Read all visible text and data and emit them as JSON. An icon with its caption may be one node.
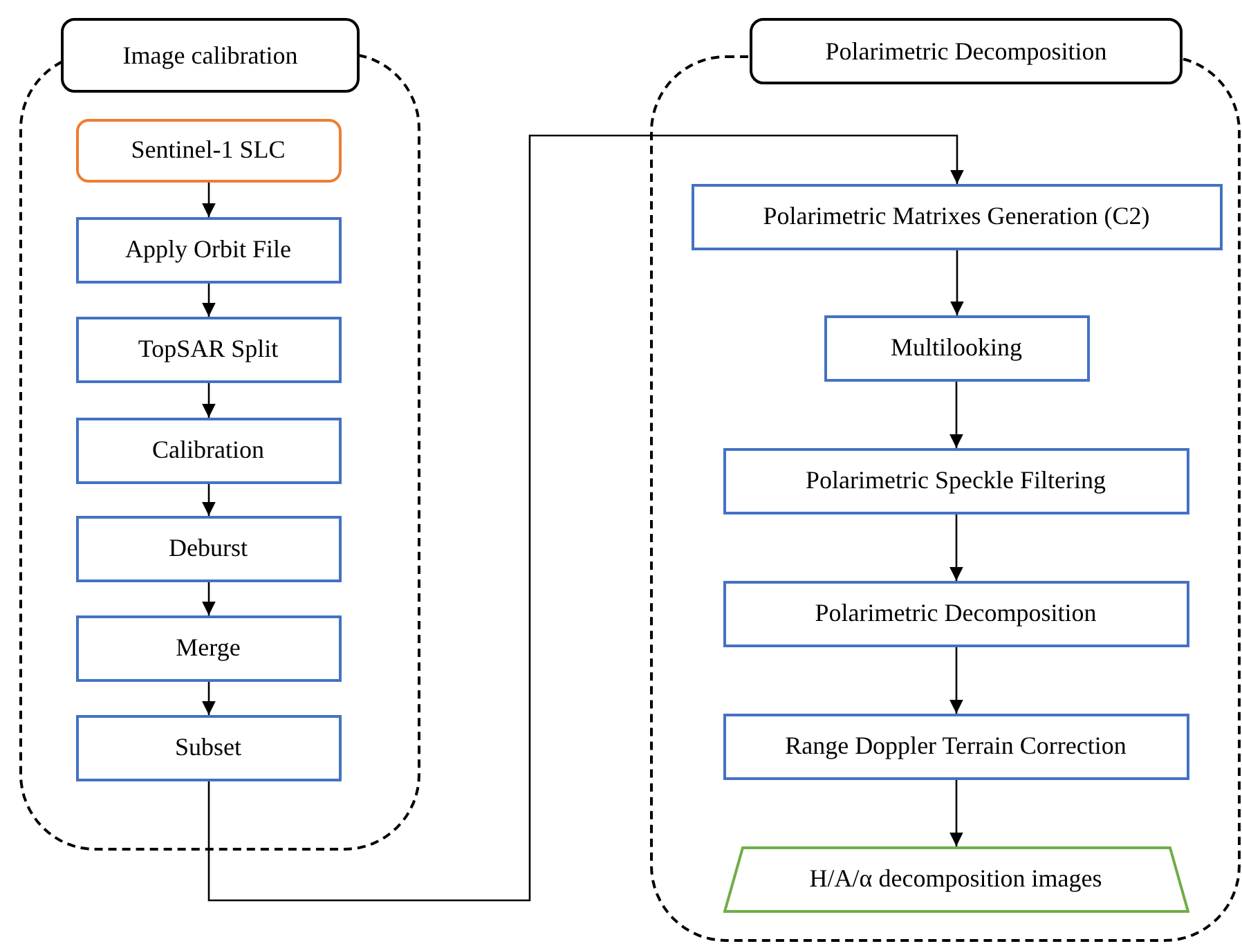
{
  "diagram": {
    "nodes": [
      {
        "text": [
          "Image calibration"
        ]
      },
      {
        "text": [
          "Sentinel-1 SLC"
        ],
        "in": 0
      },
      {
        "text": [
          "Apply Orbit File"
        ],
        "in": 0
      },
      {
        "text": [
          "TopSAR Split"
        ],
        "in": 0
      },
      {
        "text": [
          "Calibration"
        ],
        "in": 0
      },
      {
        "text": [
          "Deburst"
        ],
        "in": 0
      },
      {
        "text": [
          "Merge"
        ],
        "in": 0
      },
      {
        "text": [
          "Subset"
        ],
        "in": 0
      },
      {
        "text": [
          "Polarimetric Decomposition"
        ]
      },
      {
        "text": [
          "Polarimetric Matrixes Generation (C2)"
        ],
        "in": 8
      },
      {
        "text": [
          "Multilooking"
        ],
        "in": 8
      },
      {
        "text": [
          "Polarimetric Speckle Filtering"
        ],
        "in": 8
      },
      {
        "text": [
          "Polarimetric Decomposition"
        ],
        "in": 8
      },
      {
        "text": [
          "Range Doppler Terrain Correction"
        ],
        "in": 8
      },
      {
        "text": [
          "H/A/α decomposition images"
        ],
        "in": 8
      }
    ],
    "edges": [
      {
        "from": 1,
        "to": 2,
        "arrow": "to"
      },
      {
        "from": 2,
        "to": 3,
        "arrow": "to"
      },
      {
        "from": 3,
        "to": 4,
        "arrow": "to"
      },
      {
        "from": 4,
        "to": 5,
        "arrow": "to"
      },
      {
        "from": 5,
        "to": 6,
        "arrow": "to"
      },
      {
        "from": 6,
        "to": 7,
        "arrow": "to"
      },
      {
        "from": 7,
        "to": 9,
        "arrow": "to"
      },
      {
        "from": 9,
        "to": 10,
        "arrow": "to"
      },
      {
        "from": 10,
        "to": 11,
        "arrow": "to"
      },
      {
        "from": 11,
        "to": 12,
        "arrow": "to"
      },
      {
        "from": 12,
        "to": 13,
        "arrow": "to"
      },
      {
        "from": 13,
        "to": 14,
        "arrow": "to"
      }
    ]
  }
}
